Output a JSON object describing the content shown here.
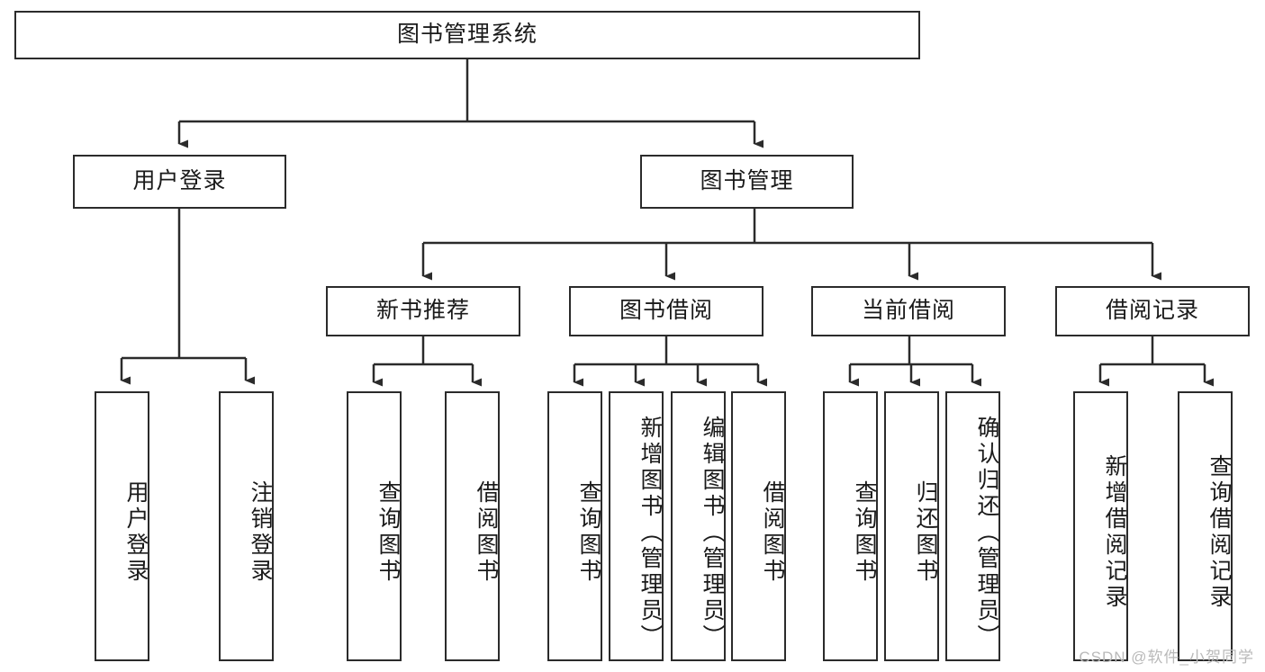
{
  "diagram": {
    "title": "图书管理系统",
    "type": "功能结构图",
    "colors": {
      "node_border": "#2b2b2b",
      "node_fill": "#ffffff",
      "connector": "#2b2b2b",
      "text": "#1a1a1a",
      "watermark": "#b9b9b9"
    },
    "root": {
      "label": "图书管理系统"
    },
    "level2": [
      {
        "label": "用户登录"
      },
      {
        "label": "图书管理"
      }
    ],
    "level3": [
      {
        "label": "新书推荐"
      },
      {
        "label": "图书借阅"
      },
      {
        "label": "当前借阅"
      },
      {
        "label": "借阅记录"
      }
    ],
    "leaves": {
      "user_login": [
        {
          "label": "用户登录"
        },
        {
          "label": "注销登录"
        }
      ],
      "new_book_recommend": [
        {
          "label": "查询图书"
        },
        {
          "label": "借阅图书"
        }
      ],
      "book_borrow": [
        {
          "label": "查询图书"
        },
        {
          "label": "新增图书（管理员）"
        },
        {
          "label": "编辑图书（管理员）"
        },
        {
          "label": "借阅图书"
        }
      ],
      "current_borrow": [
        {
          "label": "查询图书"
        },
        {
          "label": "归还图书"
        },
        {
          "label": "确认归还（管理员）"
        }
      ],
      "borrow_record": [
        {
          "label": "新增借阅记录"
        },
        {
          "label": "查询借阅记录"
        }
      ]
    }
  },
  "watermark": {
    "text": "CSDN @软件_小贺同学"
  }
}
